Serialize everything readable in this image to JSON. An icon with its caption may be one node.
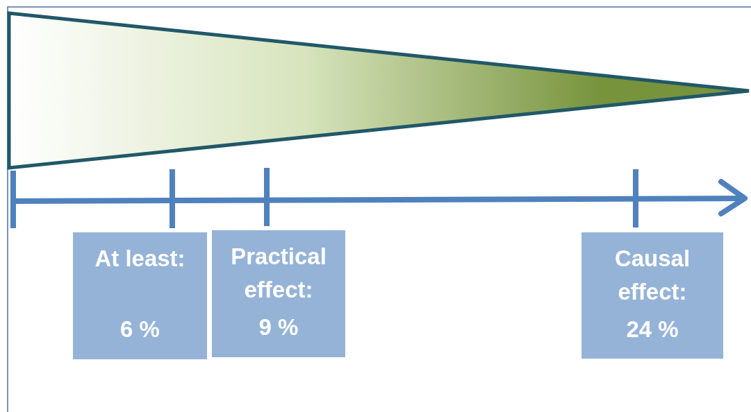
{
  "diagram": {
    "nodes": [
      {
        "text": [
          "At least:",
          "6 %"
        ]
      },
      {
        "text": [
          "Practical effect:",
          "9 %"
        ]
      },
      {
        "text": [
          "Causal effect:",
          "24 %"
        ]
      }
    ]
  }
}
